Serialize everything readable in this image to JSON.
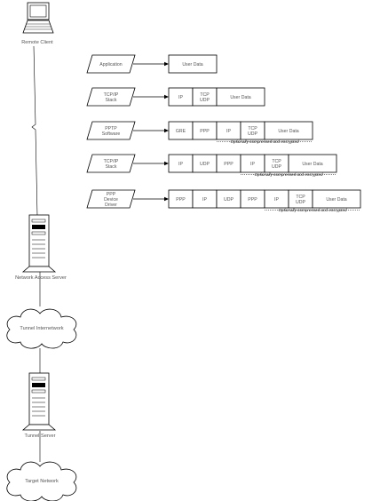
{
  "nodes": {
    "remote_client": "Remote Client",
    "network_access_server": "Network Access Server",
    "tunnel_internetwork": "Tunnel Internetwork",
    "tunnel_server": "Tunnel Server",
    "target_network": "Target Network"
  },
  "layers": [
    {
      "label_lines": [
        "Application"
      ],
      "cells": [
        "User Data"
      ],
      "note": ""
    },
    {
      "label_lines": [
        "TCP/IP",
        "Stack"
      ],
      "cells": [
        "IP",
        "TCP\nUDP",
        "User Data"
      ],
      "note": ""
    },
    {
      "label_lines": [
        "PPTP",
        "Software"
      ],
      "cells": [
        "GRE",
        "PPP",
        "IP",
        "TCP\nUDP",
        "User Data"
      ],
      "note": "Optionally compressed and encrypted"
    },
    {
      "label_lines": [
        "TCP/IP",
        "Stack"
      ],
      "cells": [
        "IP",
        "UDP",
        "PPP",
        "IP",
        "TCP\nUDP",
        "User Data"
      ],
      "note": "Optionally compressed and encrypted"
    },
    {
      "label_lines": [
        "PPP",
        "Device",
        "Driver"
      ],
      "cells": [
        "PPP",
        "IP",
        "UDP",
        "PPP",
        "IP",
        "TCP\nUDP",
        "User Data"
      ],
      "note": "Optionally compressed and encrypted"
    }
  ]
}
